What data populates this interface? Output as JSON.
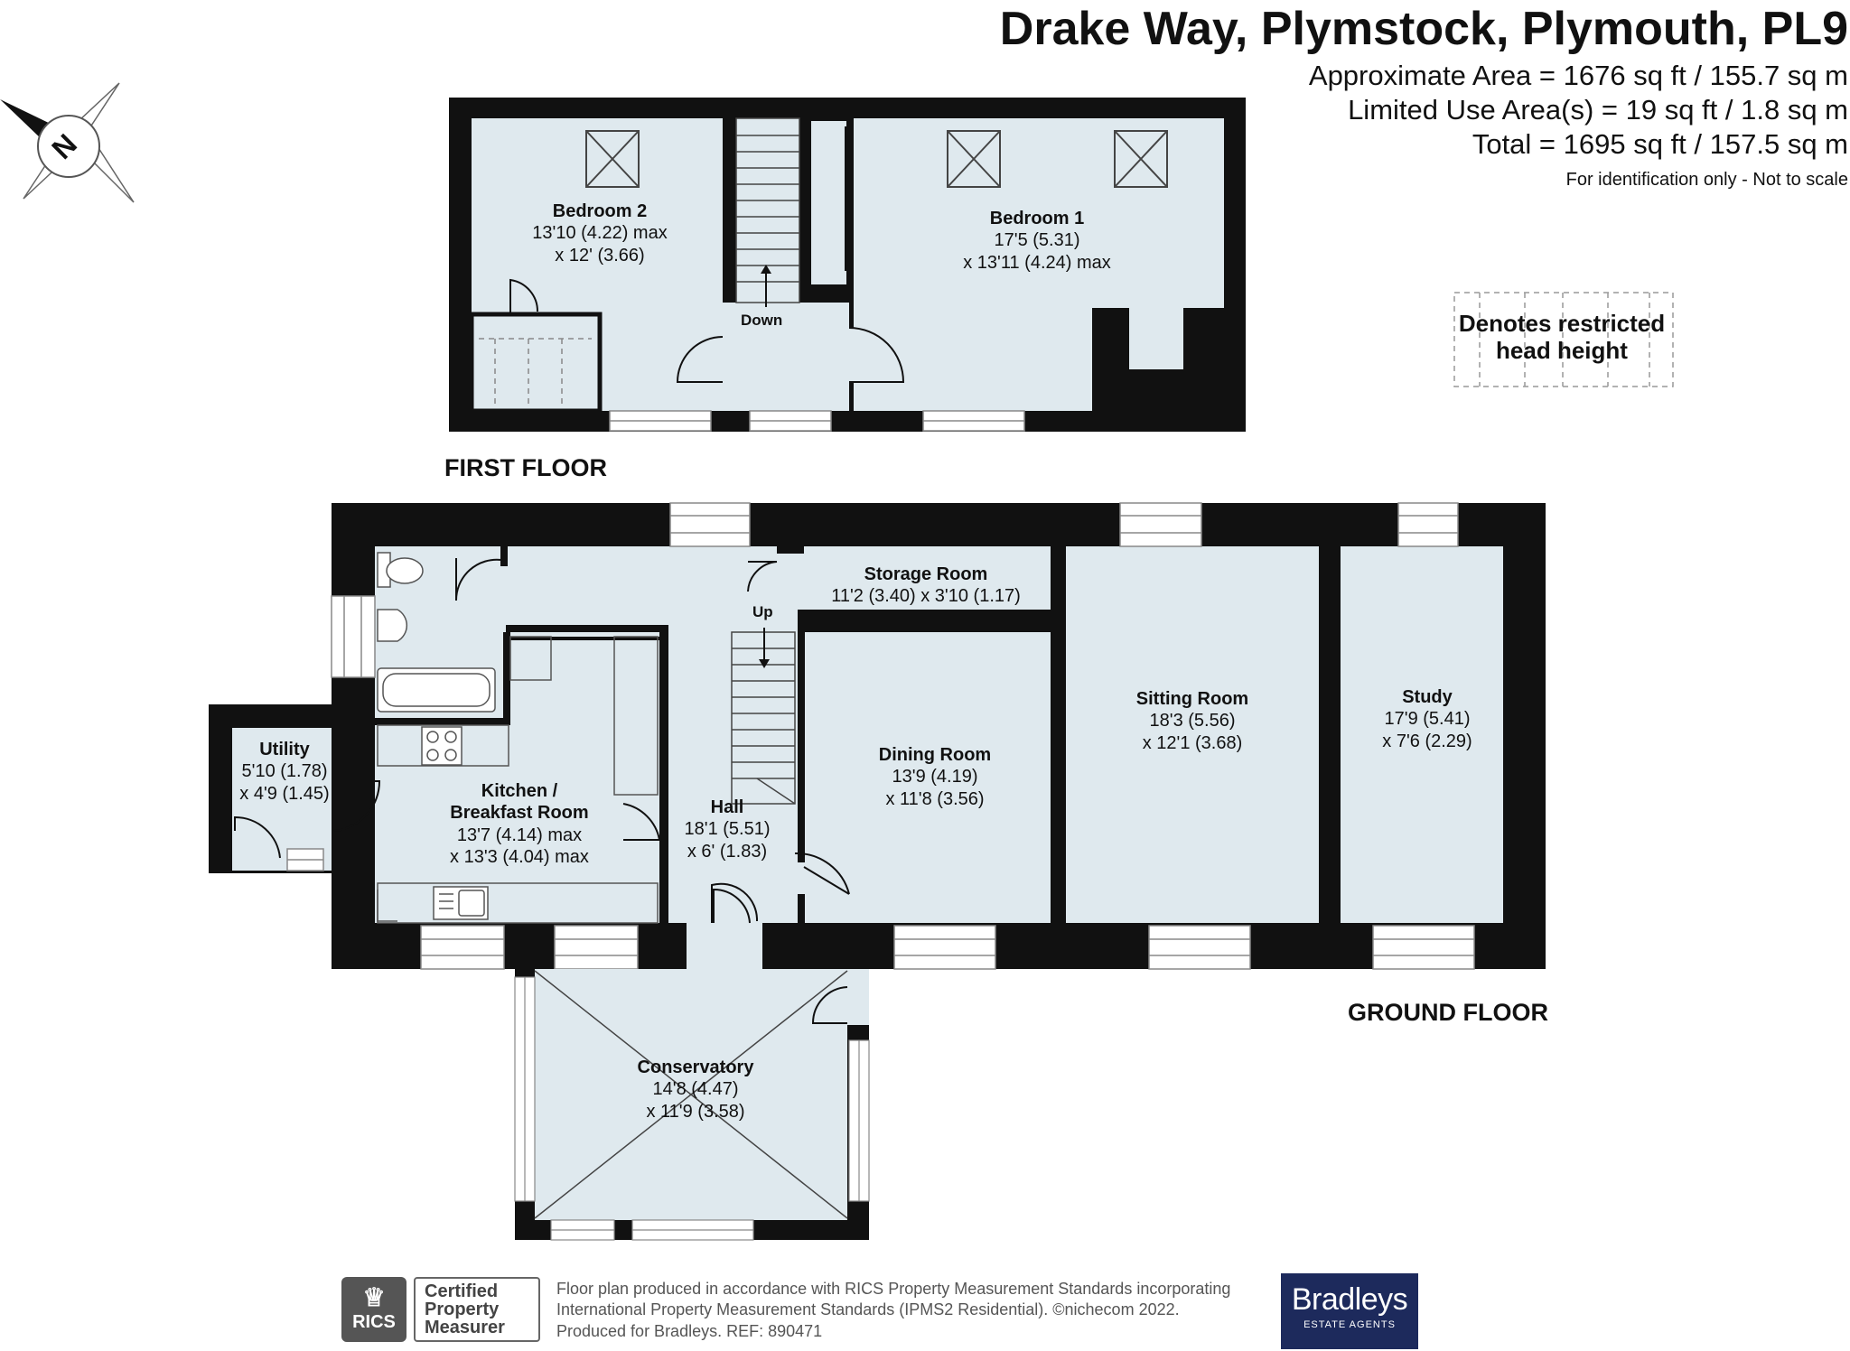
{
  "header": {
    "address": "Drake Way, Plymstock, Plymouth, PL9",
    "approx_area": "Approximate Area = 1676 sq ft / 155.7 sq m",
    "limited_use": "Limited Use Area(s) = 19 sq ft / 1.8 sq m",
    "total": "Total = 1695 sq ft / 157.5 sq m",
    "note": "For identification only - Not to scale"
  },
  "compass": {
    "letter": "N"
  },
  "key": {
    "line1": "Denotes restricted",
    "line2": "head height"
  },
  "first_floor": {
    "label": "FIRST FLOOR",
    "rooms": [
      {
        "id": "bedroom-2",
        "name": "Bedroom 2",
        "line1": "13'10 (4.22) max",
        "line2": "x 12' (3.66)"
      },
      {
        "id": "bedroom-1",
        "name": "Bedroom 1",
        "line1": "17'5 (5.31)",
        "line2": "x 13'11 (4.24) max"
      }
    ],
    "stair_label": "Down"
  },
  "ground_floor": {
    "label": "GROUND FLOOR",
    "rooms": [
      {
        "id": "storage-room",
        "name": "Storage Room",
        "line1": "11'2 (3.40) x 3'10 (1.17)",
        "line2": ""
      },
      {
        "id": "utility",
        "name": "Utility",
        "line1": "5'10 (1.78)",
        "line2": "x 4'9 (1.45)"
      },
      {
        "id": "kitchen",
        "name": "Kitchen /",
        "name2": "Breakfast Room",
        "line1": "13'7 (4.14) max",
        "line2": "x 13'3 (4.04) max"
      },
      {
        "id": "hall",
        "name": "Hall",
        "line1": "18'1 (5.51)",
        "line2": "x 6' (1.83)"
      },
      {
        "id": "dining-room",
        "name": "Dining Room",
        "line1": "13'9 (4.19)",
        "line2": "x 11'8 (3.56)"
      },
      {
        "id": "sitting-room",
        "name": "Sitting Room",
        "line1": "18'3 (5.56)",
        "line2": "x 12'1 (3.68)"
      },
      {
        "id": "study",
        "name": "Study",
        "line1": "17'9 (5.41)",
        "line2": "x 7'6 (2.29)"
      },
      {
        "id": "conservatory",
        "name": "Conservatory",
        "line1": "14'8 (4.47)",
        "line2": "x 11'9 (3.58)"
      }
    ],
    "stair_label": "Up"
  },
  "footer": {
    "certified": [
      "Certified",
      "Property",
      "Measurer"
    ],
    "rics": "RICS",
    "line1": "Floor plan produced in accordance with RICS Property Measurement Standards incorporating",
    "line2": "International Property Measurement Standards (IPMS2 Residential).   ©nichecom 2022.",
    "line3": "Produced for Bradleys.    REF:  890471",
    "brand_name": "Bradleys",
    "brand_tag": "ESTATE AGENTS"
  },
  "colors": {
    "wall": "#111111",
    "floor": "#dfe9ee",
    "window": "#ffffff",
    "fixture_line": "#555555"
  }
}
